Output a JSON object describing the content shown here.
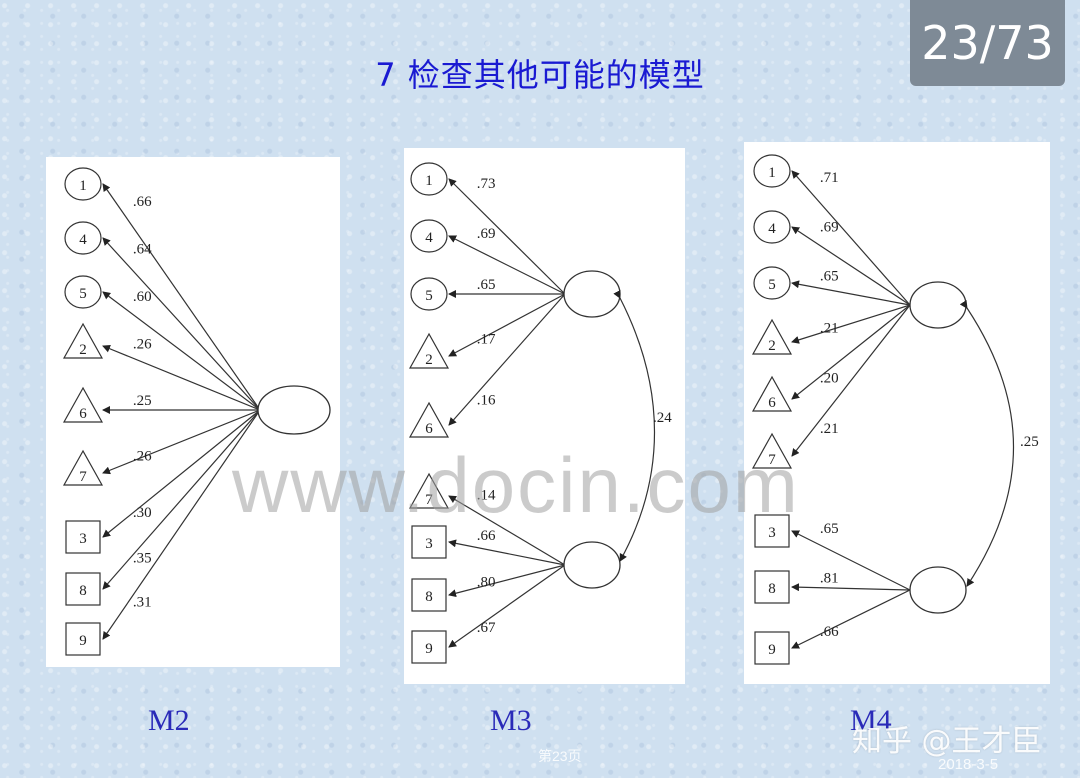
{
  "slide": {
    "title": "7  检查其他可能的模型",
    "page_badge": "23/73",
    "footer_page": "第23页",
    "footer_date": "2018-3-5",
    "watermark": "www.docin.com",
    "zhihu_mark": "知乎 @王才臣",
    "colors": {
      "title": "#1a1ad2",
      "model_label": "#2a2ab8",
      "badge_bg": "#7e8a96",
      "background": "#cfe0f0"
    }
  },
  "models": [
    {
      "label": "M2",
      "factors": [
        {
          "id": "F1",
          "indicators": [
            {
              "item": "1",
              "shape": "circle",
              "loading": ".66"
            },
            {
              "item": "4",
              "shape": "circle",
              "loading": ".64"
            },
            {
              "item": "5",
              "shape": "circle",
              "loading": ".60"
            },
            {
              "item": "2",
              "shape": "triangle",
              "loading": ".26"
            },
            {
              "item": "6",
              "shape": "triangle",
              "loading": ".25"
            },
            {
              "item": "7",
              "shape": "triangle",
              "loading": ".26"
            },
            {
              "item": "3",
              "shape": "square",
              "loading": ".30"
            },
            {
              "item": "8",
              "shape": "square",
              "loading": ".35"
            },
            {
              "item": "9",
              "shape": "square",
              "loading": ".31"
            }
          ]
        }
      ]
    },
    {
      "label": "M3",
      "factor_correlation": ".24",
      "factors": [
        {
          "id": "F1",
          "indicators": [
            {
              "item": "1",
              "shape": "circle",
              "loading": ".73"
            },
            {
              "item": "4",
              "shape": "circle",
              "loading": ".69"
            },
            {
              "item": "5",
              "shape": "circle",
              "loading": ".65"
            },
            {
              "item": "2",
              "shape": "triangle",
              "loading": ".17"
            },
            {
              "item": "6",
              "shape": "triangle",
              "loading": ".16"
            }
          ]
        },
        {
          "id": "F2",
          "indicators": [
            {
              "item": "7",
              "shape": "triangle",
              "loading": ".14"
            },
            {
              "item": "3",
              "shape": "square",
              "loading": ".66"
            },
            {
              "item": "8",
              "shape": "square",
              "loading": ".80"
            },
            {
              "item": "9",
              "shape": "square",
              "loading": ".67"
            }
          ]
        }
      ]
    },
    {
      "label": "M4",
      "factor_correlation": ".25",
      "factors": [
        {
          "id": "F1",
          "indicators": [
            {
              "item": "1",
              "shape": "circle",
              "loading": ".71"
            },
            {
              "item": "4",
              "shape": "circle",
              "loading": ".69"
            },
            {
              "item": "5",
              "shape": "circle",
              "loading": ".65"
            },
            {
              "item": "2",
              "shape": "triangle",
              "loading": ".21"
            },
            {
              "item": "6",
              "shape": "triangle",
              "loading": ".20"
            },
            {
              "item": "7",
              "shape": "triangle",
              "loading": ".21"
            }
          ]
        },
        {
          "id": "F2",
          "indicators": [
            {
              "item": "3",
              "shape": "square",
              "loading": ".65"
            },
            {
              "item": "8",
              "shape": "square",
              "loading": ".81"
            },
            {
              "item": "9",
              "shape": "square",
              "loading": ".66"
            }
          ]
        }
      ]
    }
  ]
}
